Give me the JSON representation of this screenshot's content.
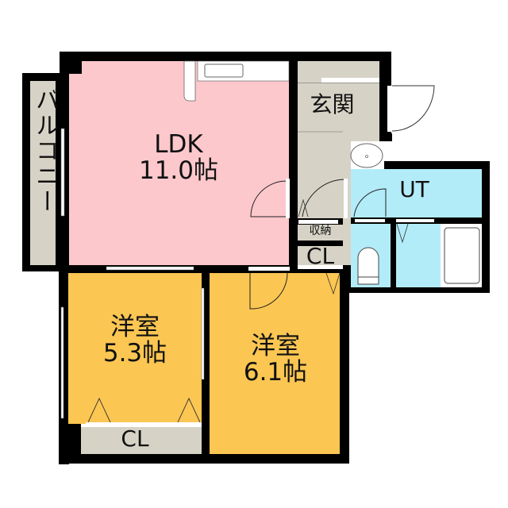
{
  "floorplan": {
    "colors": {
      "wall": "#000000",
      "ldk": "#fcc8cc",
      "bedroom": "#fbc652",
      "utility": "#b3ecf9",
      "storage": "#d6d3c6",
      "fixture": "#ffffff"
    },
    "rooms": {
      "balcony": {
        "label": "バルコニー"
      },
      "ldk": {
        "name": "LDK",
        "size": "11.0帖"
      },
      "entrance": {
        "label": "玄関"
      },
      "ut": {
        "label": "UT"
      },
      "storage_small": {
        "label": "収納"
      },
      "closet_hall": {
        "label": "CL"
      },
      "bedroom1": {
        "name": "洋室",
        "size": "5.3帖"
      },
      "bedroom2": {
        "name": "洋室",
        "size": "6.1帖"
      },
      "closet_bedroom1": {
        "label": "CL"
      }
    }
  }
}
